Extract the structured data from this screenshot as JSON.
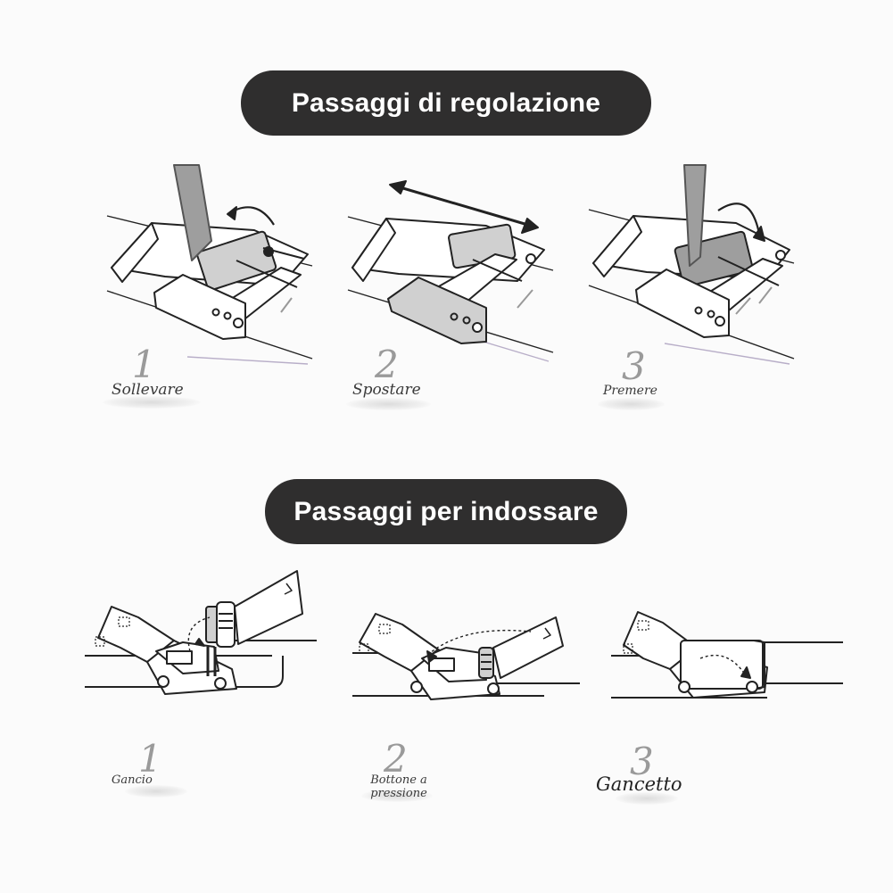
{
  "headers": {
    "adjust_title": "Passaggi di regolazione",
    "wear_title": "Passaggi per indossare"
  },
  "adjust_steps": [
    {
      "number": "1",
      "label": "Sollevare"
    },
    {
      "number": "2",
      "label": "Spostare"
    },
    {
      "number": "3",
      "label": "Premere"
    }
  ],
  "wear_steps": [
    {
      "number": "1",
      "label": "Gancio"
    },
    {
      "number": "2",
      "label": "Bottone a pressione"
    },
    {
      "number": "3",
      "label": "Gancetto"
    }
  ],
  "colors": {
    "pill_bg": "#2f2e2e",
    "pill_text": "#ffffff",
    "line": "#222222",
    "number": "#9a9a9a",
    "tool": "#9e9e9e"
  }
}
